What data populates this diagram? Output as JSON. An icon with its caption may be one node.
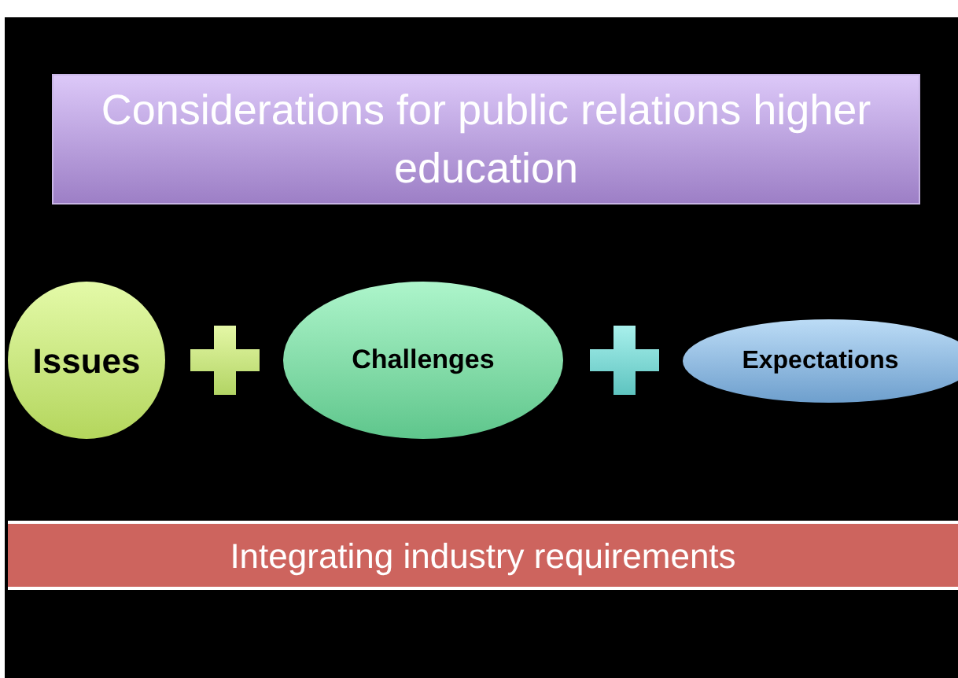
{
  "diagram": {
    "nodes": [
      {
        "text": [
          "Considerations for public relations higher education"
        ]
      },
      {
        "text": [
          "Issues"
        ]
      },
      {
        "text": [
          "Challenges"
        ]
      },
      {
        "text": [
          "Expectations"
        ]
      },
      {
        "text": [
          "Integrating industry requirements"
        ]
      }
    ]
  }
}
